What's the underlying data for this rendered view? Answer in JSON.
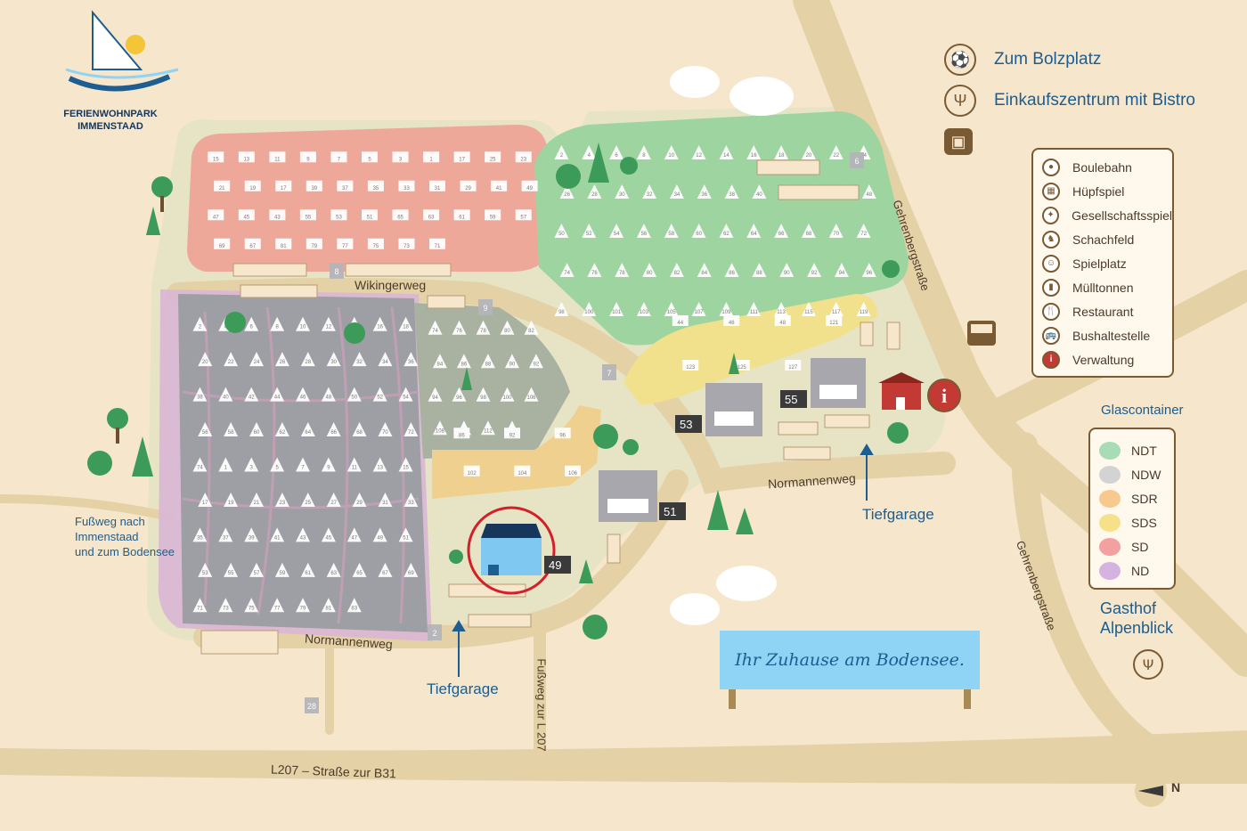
{
  "brand": {
    "line1": "FERIENWOHNPARK",
    "line2": "IMMENSTAAD"
  },
  "roads": {
    "wikingerweg": "Wikingerweg",
    "normannenweg_left": "Normannenweg",
    "normannenweg_right": "Normannenweg",
    "gehrenberg_top": "Gehrenbergstraße",
    "gehrenberg_bottom": "Gehrenbergstraße",
    "l207": "L207 – Straße zur B31",
    "fussweg_l207": "Fußweg zur L 207"
  },
  "labels": {
    "tiefgarage_left": "Tiefgarage",
    "tiefgarage_right": "Tiefgarage",
    "fussweg_bodensee": [
      "Fußweg nach",
      "Immenstaad",
      "und zum Bodensee"
    ],
    "gasthof": [
      "Gasthof",
      "Alpenblick"
    ],
    "compass": "N"
  },
  "legend_top": [
    {
      "icon": "football-icon",
      "glyph": "⚽",
      "label": "Zum Bolzplatz"
    },
    {
      "icon": "restaurant-icon",
      "glyph": "🍴",
      "label": "Einkaufszentrum mit Bistro"
    },
    {
      "icon": "bus-icon",
      "glyph": "🚌",
      "label": ""
    }
  ],
  "legend": [
    {
      "icon": "boule-icon",
      "glyph": "●",
      "label": "Boulebahn"
    },
    {
      "icon": "hopscotch-icon",
      "glyph": "▦",
      "label": "Hüpfspiel"
    },
    {
      "icon": "board-game-icon",
      "glyph": "✦",
      "label": "Gesellschaftsspiel"
    },
    {
      "icon": "chess-icon",
      "glyph": "♞",
      "label": "Schachfeld"
    },
    {
      "icon": "playground-icon",
      "glyph": "☺",
      "label": "Spielplatz"
    },
    {
      "icon": "trash-bin-icon",
      "glyph": "▮",
      "label": "Mülltonnen"
    },
    {
      "icon": "restaurant-icon",
      "glyph": "🍴",
      "label": "Restaurant"
    },
    {
      "icon": "bus-stop-icon",
      "glyph": "🚌",
      "label": "Bushaltestelle"
    },
    {
      "icon": "info-icon",
      "glyph": "i",
      "label": "Verwaltung"
    }
  ],
  "glascontainer": {
    "title": "Glascontainer",
    "items": [
      {
        "label": "NDT",
        "color": "#a7dcb6"
      },
      {
        "label": "NDW",
        "color": "#d3d3d3"
      },
      {
        "label": "SDR",
        "color": "#f7c98e"
      },
      {
        "label": "SDS",
        "color": "#f7e08a"
      },
      {
        "label": "SD",
        "color": "#f2a0a0"
      },
      {
        "label": "ND",
        "color": "#d5b3e0"
      }
    ]
  },
  "zones": {
    "SD": "#ef9e93",
    "ND": "#d9b6d6",
    "NDT": "#9ed4a0",
    "SDR": "#efd08f",
    "SDS": "#f1e18c",
    "grey": "#9e9ea5",
    "green_dark": "#a9c9a0"
  },
  "buildings": {
    "b49": "49",
    "b51": "51",
    "b53": "53",
    "b55": "55"
  },
  "banner": "Ihr Zuhause am Bodensee.",
  "lot_numbers": {
    "red": [
      "15",
      "13",
      "11",
      "9",
      "7",
      "5",
      "3",
      "1",
      "17",
      "25",
      "23",
      "21",
      "19",
      "17",
      "39",
      "37",
      "35",
      "33",
      "31",
      "29",
      "41",
      "49",
      "47",
      "45",
      "43",
      "55",
      "53",
      "51",
      "65",
      "63",
      "61",
      "59",
      "57",
      "69",
      "67",
      "81",
      "79",
      "77",
      "75",
      "73",
      "71"
    ],
    "grey": [
      "2",
      "4",
      "6",
      "8",
      "10",
      "12",
      "14",
      "16",
      "18",
      "20",
      "22",
      "24",
      "26",
      "28",
      "30",
      "32",
      "34",
      "36",
      "38",
      "40",
      "42",
      "44",
      "46",
      "48",
      "50",
      "52",
      "54",
      "56",
      "58",
      "60",
      "62",
      "64",
      "66",
      "68",
      "70",
      "72",
      "74",
      "1",
      "3",
      "5",
      "7",
      "9",
      "11",
      "13",
      "15",
      "17",
      "19",
      "21",
      "23",
      "25",
      "27",
      "29",
      "31",
      "33",
      "35",
      "37",
      "39",
      "41",
      "43",
      "45",
      "47",
      "49",
      "51",
      "53",
      "55",
      "57",
      "59",
      "61",
      "63",
      "65",
      "67",
      "69",
      "71",
      "73",
      "75",
      "77",
      "79",
      "81",
      "83"
    ],
    "green": [
      "2",
      "4",
      "6",
      "8",
      "10",
      "12",
      "14",
      "16",
      "18",
      "20",
      "22",
      "24",
      "26",
      "28",
      "30",
      "32",
      "34",
      "36",
      "38",
      "40",
      "42",
      "44",
      "46",
      "48",
      "50",
      "52",
      "54",
      "56",
      "58",
      "60",
      "62",
      "64",
      "66",
      "68",
      "70",
      "72",
      "74",
      "76",
      "78",
      "80",
      "82",
      "84",
      "86",
      "88",
      "90",
      "92",
      "94",
      "96",
      "98",
      "100",
      "101",
      "103",
      "105",
      "107",
      "109",
      "111",
      "113",
      "115",
      "117",
      "119"
    ],
    "greyblock": [
      "74",
      "76",
      "78",
      "80",
      "82",
      "84",
      "86",
      "88",
      "90",
      "92",
      "94",
      "96",
      "98",
      "100",
      "106",
      "108",
      "110",
      "112",
      "114"
    ],
    "yellow": [
      "44",
      "46",
      "48",
      "121",
      "123",
      "125",
      "127"
    ],
    "orange": [
      "86",
      "92",
      "96",
      "102",
      "104",
      "106"
    ],
    "misc": [
      "8",
      "9",
      "7",
      "6",
      "2",
      "28"
    ]
  }
}
